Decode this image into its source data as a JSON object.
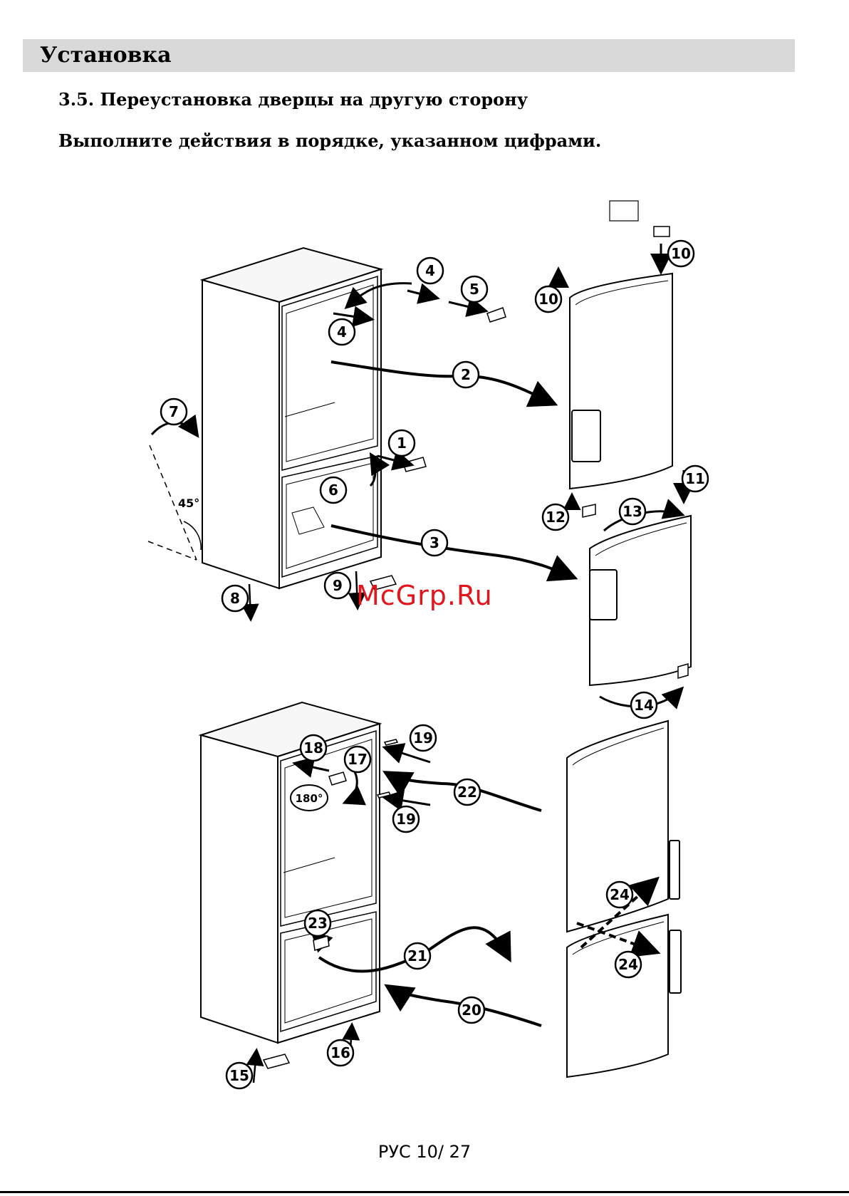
{
  "page": {
    "section_title": "Установка",
    "subsection_title": "3.5. Переустановка дверцы на другую сторону",
    "instruction": "Выполните действия в порядке, указанном цифрами.",
    "page_number": "РУС 10/ 27",
    "watermark": "McGrp.Ru"
  },
  "diagram": {
    "step_labels": [
      "1",
      "2",
      "3",
      "4",
      "5",
      "6",
      "7",
      "8",
      "9",
      "10",
      "11",
      "12",
      "13",
      "14",
      "15",
      "16",
      "17",
      "18",
      "19",
      "20",
      "21",
      "22",
      "23",
      "24"
    ],
    "angle_label": "45°",
    "rotation_label": "180°"
  }
}
